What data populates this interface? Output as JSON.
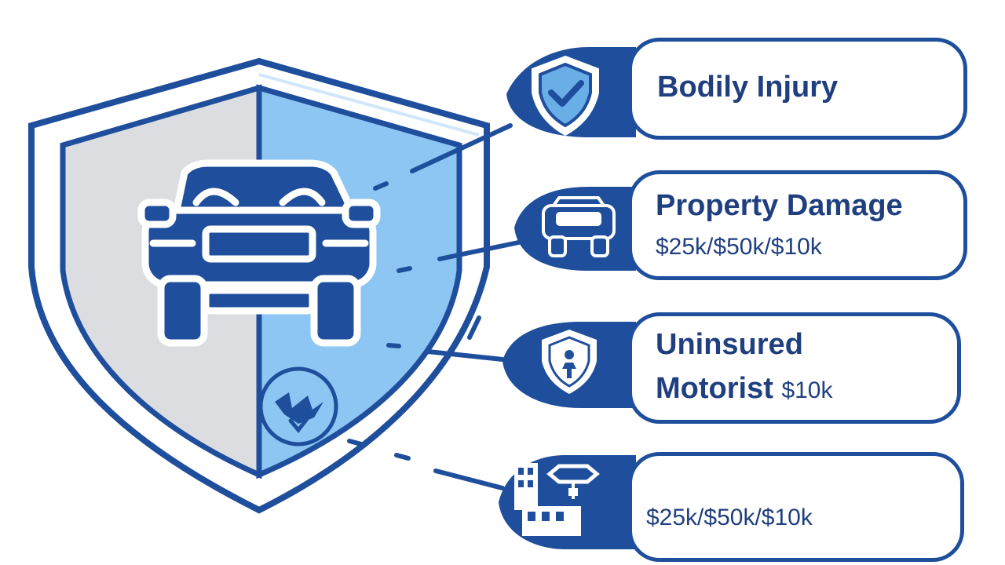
{
  "colors": {
    "primary": "#1f4f9c",
    "light_blue": "#7fbcf0",
    "gray": "#dcdde0",
    "text": "#1f3f7f"
  },
  "icons": {
    "main": "car-in-shield-icon",
    "shield_badge": "collision-badge-icon",
    "card1": "shield-check-icon",
    "card2": "car-icon",
    "card3": "shield-person-icon",
    "card4": "building-damage-icon"
  },
  "cards": [
    {
      "title": "Bodily Injury",
      "value": ""
    },
    {
      "title": "Property Damage",
      "value": "$25k/$50k/$10k"
    },
    {
      "title_line1": "Uninsured",
      "title_line2": "Motorist",
      "value": "$10k"
    },
    {
      "title": "",
      "value": "$25k/$50k/$10k"
    }
  ]
}
